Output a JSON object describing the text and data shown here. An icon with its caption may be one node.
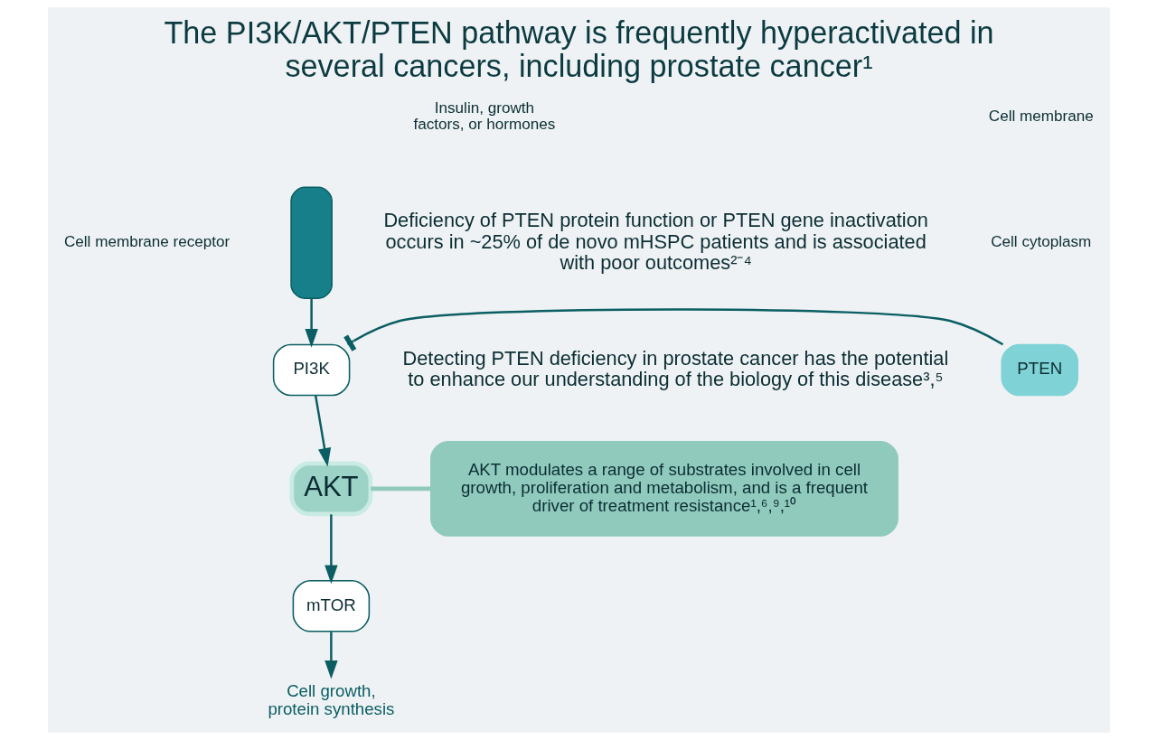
{
  "diagram": {
    "title": "The PI3K/AKT/PTEN pathway is frequently hyperactivated in several cancers, including prostate cancer¹",
    "nodes": [
      {
        "text": [],
        "shape": "box",
        "beside": [
          "Cell membrane receptor"
        ]
      },
      {
        "text": [
          "PTEN"
        ]
      },
      {
        "text": [
          "PI3K"
        ]
      },
      {
        "text": [
          "AKT"
        ]
      },
      {
        "text": [
          "mTOR"
        ]
      },
      {
        "text": [
          "Cell growth, protein synthesis"
        ]
      },
      {
        "text": [
          "AKT modulates a range of substrates involved in cell growth, proliferation and metabolism, and is a frequent driver of treatment resistance¹,⁶,⁹,¹⁰"
        ]
      }
    ],
    "edges": [
      {
        "from": 0,
        "to": 2,
        "arrow": "to"
      },
      {
        "from": 1,
        "to": 2,
        "arrow": "other"
      },
      {
        "from": 2,
        "to": 3,
        "arrow": "to"
      },
      {
        "from": 3,
        "to": 4,
        "arrow": "to"
      },
      {
        "from": 4,
        "to": 5,
        "arrow": "to"
      },
      {
        "from": 3,
        "to": 6,
        "arrow": "none",
        "style": "thick",
        "color": "#8fcabd"
      }
    ],
    "labels": [
      "Insulin, growth factors, or hormones",
      "Cell membrane",
      "Cell cytoplasm",
      "Deficiency of PTEN protein function or PTEN gene inactivation occurs in ~25% of de novo mHSPC patients and is associated with poor outcomes²⁻⁴",
      "Detecting PTEN deficiency in prostate cancer has the potential to enhance our understanding of the biology of this disease³,⁵"
    ]
  }
}
